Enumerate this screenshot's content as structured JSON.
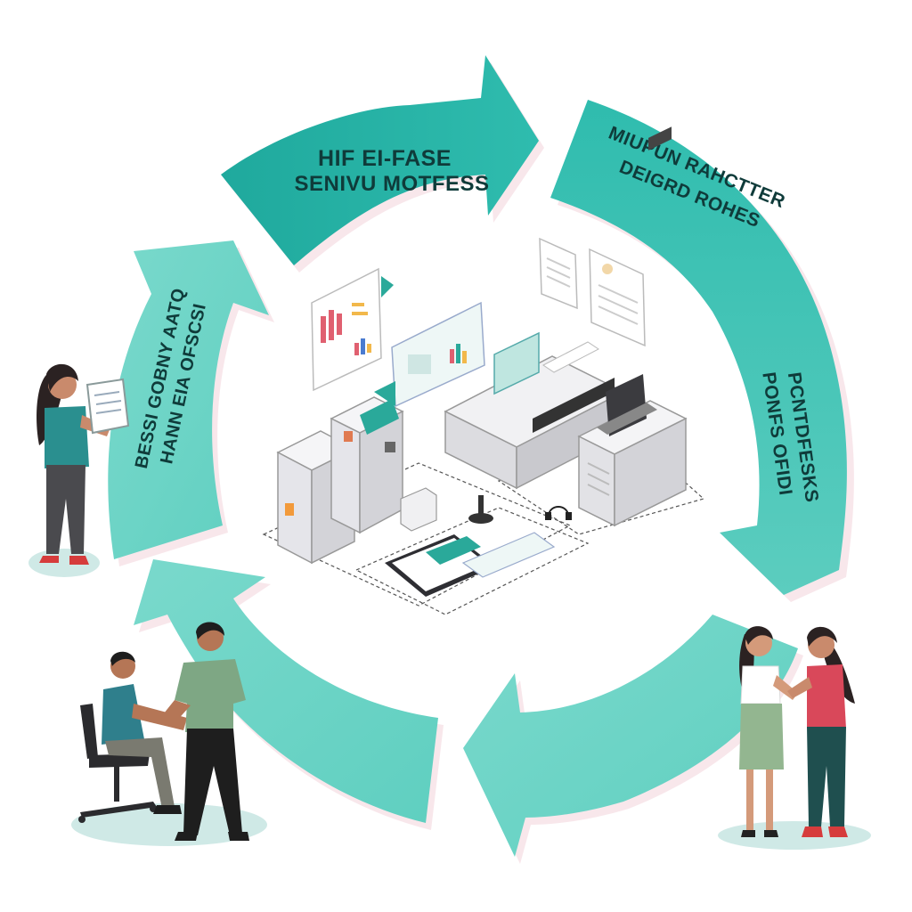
{
  "colors": {
    "arrow_dark": "#1fa99d",
    "arrow_light": "#6ed6c8",
    "accent_teal": "#2aa99a",
    "text_dark": "#0f3b3a",
    "shadow_pink": "#f3d7dd"
  },
  "cycle": {
    "stage_1": {
      "line_1": "HIF EI-FASE",
      "line_2": "SENIVU MOTFESS"
    },
    "stage_2": {
      "line_1": "MIUPUN RAHCTTER",
      "line_2": "DEIGRD ROHES"
    },
    "stage_3": {
      "line_1": "PCNTDFESKS",
      "line_2": "PONFS OFIDI"
    },
    "stage_4": {
      "line_1": "BESSI GOBNY AATQ",
      "line_2": "HANN EIA OFSCSI"
    }
  },
  "icons": {
    "center": "office-printing-workstation-illustration",
    "left_person": "woman-reading-document",
    "bottom_left": "two-men-at-desk-chair",
    "bottom_right": "two-women-talking"
  }
}
